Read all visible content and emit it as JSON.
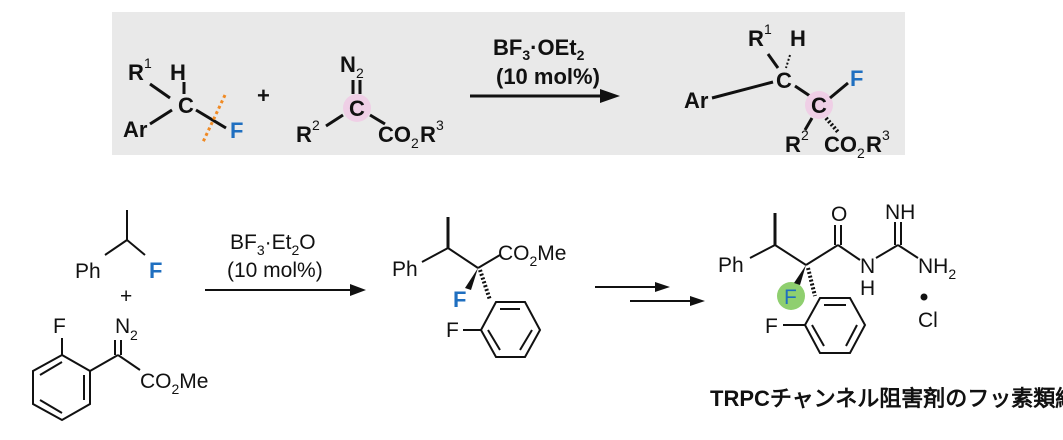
{
  "general_scheme": {
    "reactant1": {
      "r1": "R",
      "r1_sup": "1",
      "h": "H",
      "c": "C",
      "ar": "Ar",
      "f": "F"
    },
    "plus": "+",
    "reactant2": {
      "n2": "N",
      "n2_sub": "2",
      "c": "C",
      "r2": "R",
      "r2_sup": "2",
      "ester": "CO",
      "ester_sub": "2",
      "ester_r": "R",
      "ester_sup": "3"
    },
    "reagent": {
      "line1_a": "BF",
      "line1_sub": "3",
      "line1_b": "·OEt",
      "line1_sub2": "2",
      "line2": "(10 mol%)"
    },
    "product": {
      "r1": "R",
      "r1_sup": "1",
      "h": "H",
      "c1": "C",
      "ar": "Ar",
      "c2": "C",
      "f": "F",
      "r2": "R",
      "r2_sup": "2",
      "ester": "CO",
      "ester_sub": "2",
      "ester_r": "R",
      "ester_sup": "3"
    },
    "colors": {
      "highlight_pink": "#efcfe6",
      "cleave_orange": "#f08a24",
      "fluorine_blue": "#1f6fc0",
      "box_gray": "#e9e9e9"
    }
  },
  "example": {
    "substrate1": {
      "ph": "Ph",
      "f": "F"
    },
    "plus": "+",
    "substrate2": {
      "f": "F",
      "n2": "N",
      "n2_sub": "2",
      "ester": "CO",
      "ester_sub": "2",
      "ester_me": "Me"
    },
    "reagent": {
      "line1_a": "BF",
      "line1_sub": "3",
      "line1_b": "·Et",
      "line1_sub2": "2",
      "line1_c": "O",
      "line2": "(10 mol%)"
    },
    "product": {
      "ph": "Ph",
      "f": "F",
      "aryl_f": "F",
      "ester": "CO",
      "ester_sub": "2",
      "ester_me": "Me"
    },
    "final": {
      "ph": "Ph",
      "f": "F",
      "aryl_f": "F",
      "o": "O",
      "nh": "N",
      "h": "H",
      "imine": "NH",
      "amine": "NH",
      "amine_sub": "2",
      "cl": "Cl"
    },
    "caption": "TRPCチャンネル阻害剤のフッ素類縁体",
    "colors": {
      "highlight_green": "#8fcf6f"
    }
  }
}
